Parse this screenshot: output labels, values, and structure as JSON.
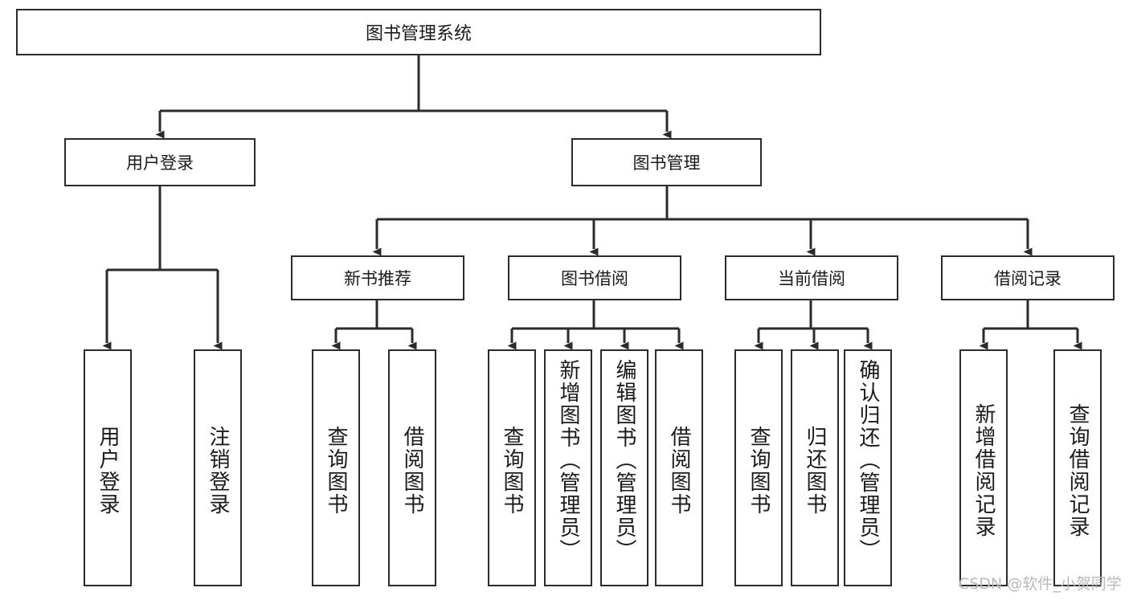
{
  "diagram": {
    "type": "tree",
    "root": {
      "label": "图书管理系统"
    },
    "level2": [
      {
        "label": "用户登录"
      },
      {
        "label": "图书管理"
      }
    ],
    "level3": [
      {
        "label": "新书推荐"
      },
      {
        "label": "图书借阅"
      },
      {
        "label": "当前借阅"
      },
      {
        "label": "借阅记录"
      }
    ],
    "leaves": {
      "user_login": [
        {
          "label": "用户登录"
        },
        {
          "label": "注销登录"
        }
      ],
      "new_book_recommend": [
        {
          "label": "查询图书"
        },
        {
          "label": "借阅图书"
        }
      ],
      "book_borrow": [
        {
          "label": "查询图书"
        },
        {
          "label": "新增图书（管理员）"
        },
        {
          "label": "编辑图书（管理员）"
        },
        {
          "label": "借阅图书"
        }
      ],
      "current_borrow": [
        {
          "label": "查询图书"
        },
        {
          "label": "归还图书"
        },
        {
          "label": "确认归还（管理员）"
        }
      ],
      "borrow_record": [
        {
          "label": "新增借阅记录"
        },
        {
          "label": "查询借阅记录"
        }
      ]
    }
  },
  "watermark": {
    "text": "CSDN @软件_小贺同学"
  },
  "colors": {
    "border": "#2b2b2b",
    "text": "#1a1a1a",
    "background": "#ffffff",
    "watermark": "#b9b9b9"
  }
}
